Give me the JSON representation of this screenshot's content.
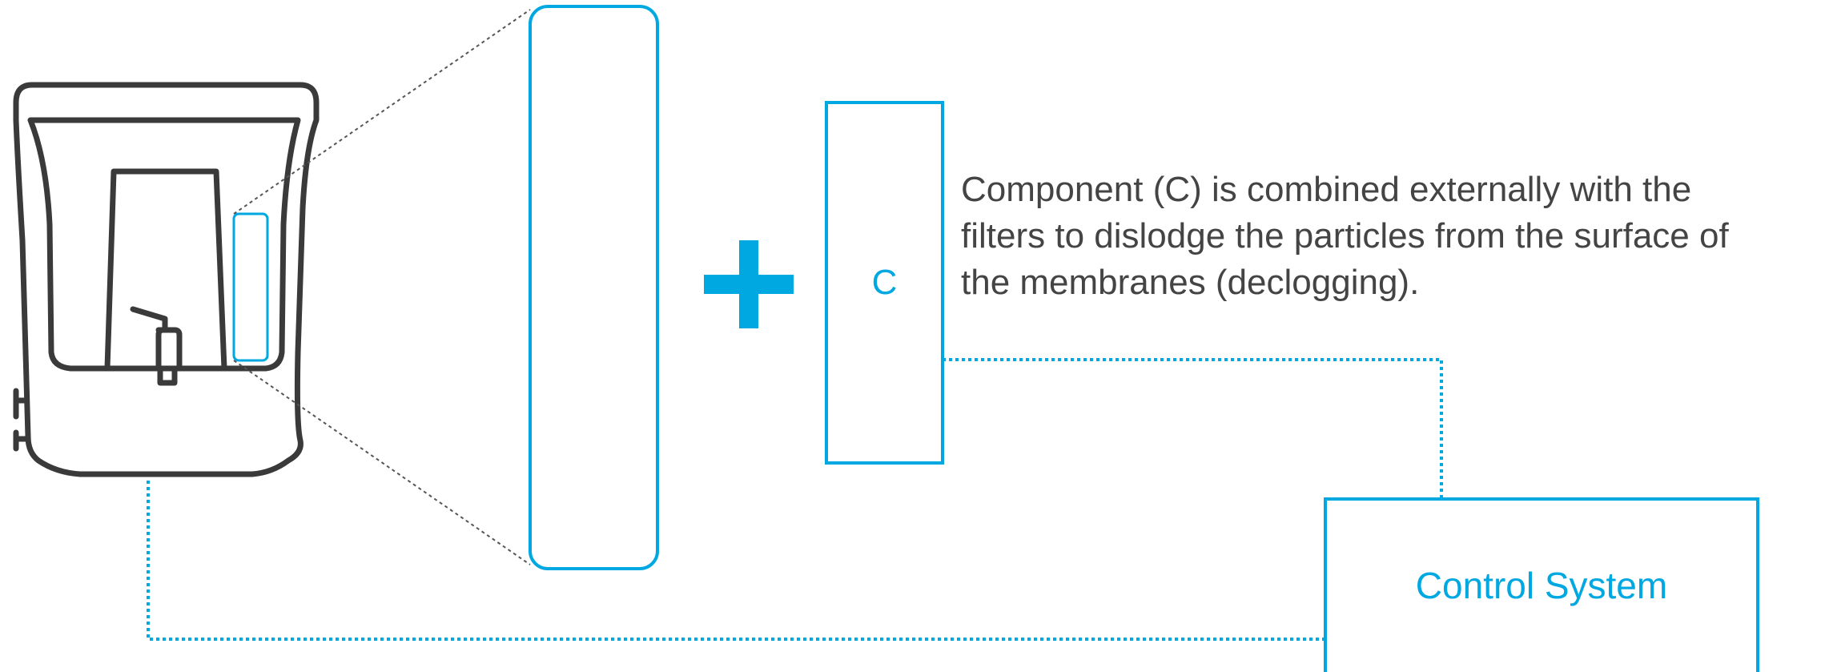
{
  "colors": {
    "accent": "#00a8e2",
    "device_stroke": "#3a3a3a",
    "text": "#444444",
    "zoom_line": "#555555"
  },
  "icons": [
    "water-purifier-icon",
    "plus-icon"
  ],
  "component_box": {
    "label": "C"
  },
  "control_system": {
    "label": "Control System"
  },
  "description": {
    "lines": [
      "Component (C) is combined externally with the",
      "filters to dislodge the particles from the surface of",
      "the membranes (declogging)."
    ]
  }
}
